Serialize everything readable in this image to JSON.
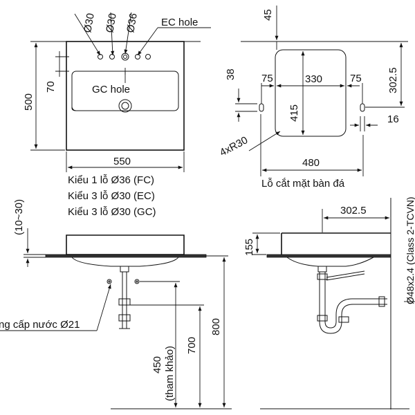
{
  "top_view": {
    "holes": [
      "Ø30",
      "Ø30",
      "Ø36"
    ],
    "ec_hole": "EC hole",
    "gc_hole": "GC hole",
    "height": "500",
    "depth": "70",
    "width": "550"
  },
  "hole_options": [
    "Kiểu 1 lỗ Ø36 (FC)",
    "Kiểu 3 lỗ Ø30 (EC)",
    "Kiểu 3 lỗ Ø30 (GC)"
  ],
  "cutout": {
    "top": "45",
    "left_offset": "38",
    "left_margin": "75",
    "inner_width": "330",
    "right_margin": "75",
    "depth": "302.5",
    "height": "415",
    "right_offset": "16",
    "radius": "4xR30",
    "total_width": "480",
    "caption": "Lỗ cắt mặt bàn đá"
  },
  "front_view": {
    "thickness": "(10~30)",
    "water_supply": "ng cấp nước Ø21",
    "tap_height": "450",
    "tap_note": "(tham khảo)",
    "drain_height": "700",
    "total_height": "800"
  },
  "side_view": {
    "depth": "302.5",
    "height": "155",
    "pipe": "Ø48x2.4 (Class 2-TCVN)"
  }
}
